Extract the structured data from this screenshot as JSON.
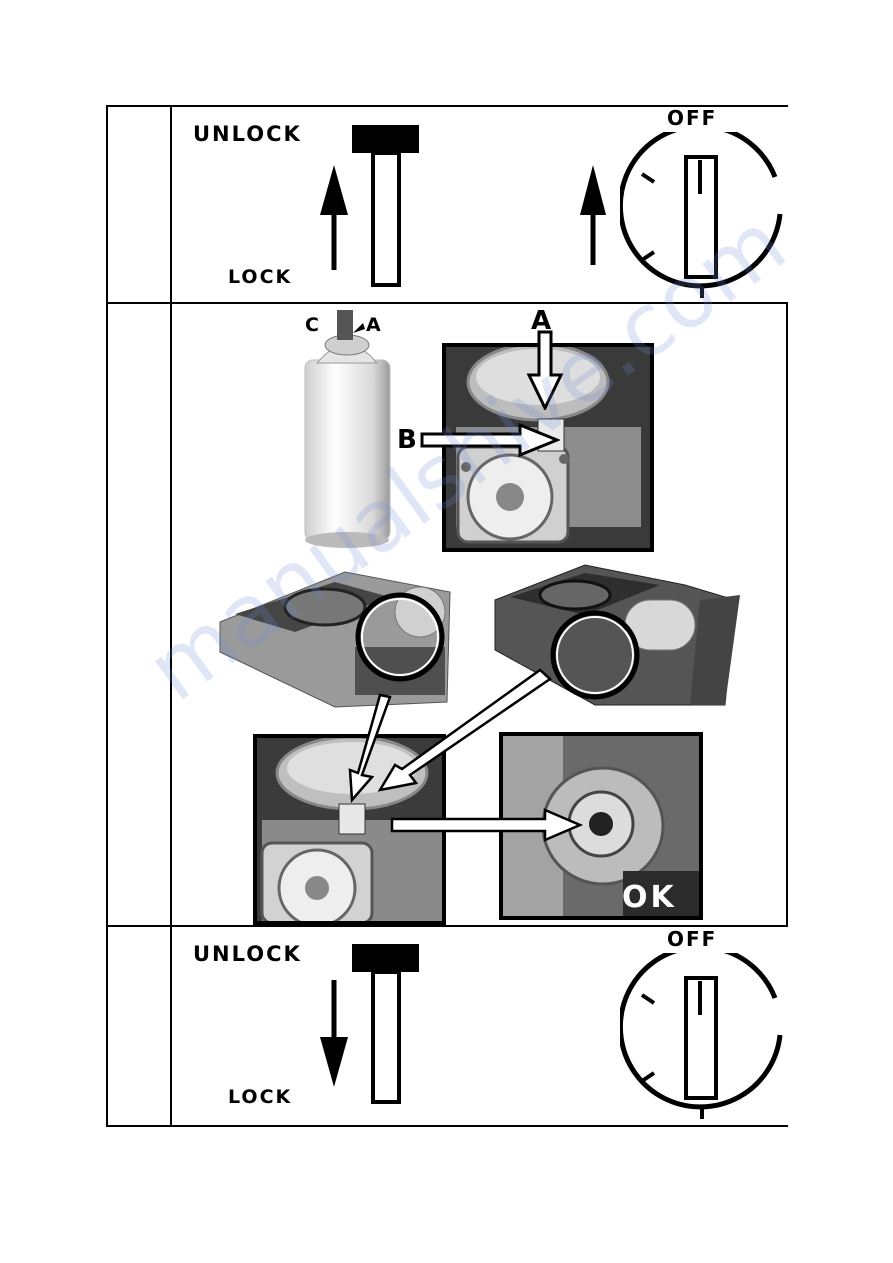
{
  "row1": {
    "unlock_label": "UNLOCK",
    "lock_label": "LOCK",
    "off_label": "OFF"
  },
  "row2": {
    "label_c": "C",
    "label_a_small": "A",
    "label_a": "A",
    "label_b": "B",
    "ok_label": "OK"
  },
  "row3": {
    "unlock_label": "UNLOCK",
    "lock_label": "LOCK",
    "off_label": "OFF"
  },
  "watermark": "manualshive.com",
  "colors": {
    "ink": "#000000",
    "watermark": "#8c9cdc"
  }
}
